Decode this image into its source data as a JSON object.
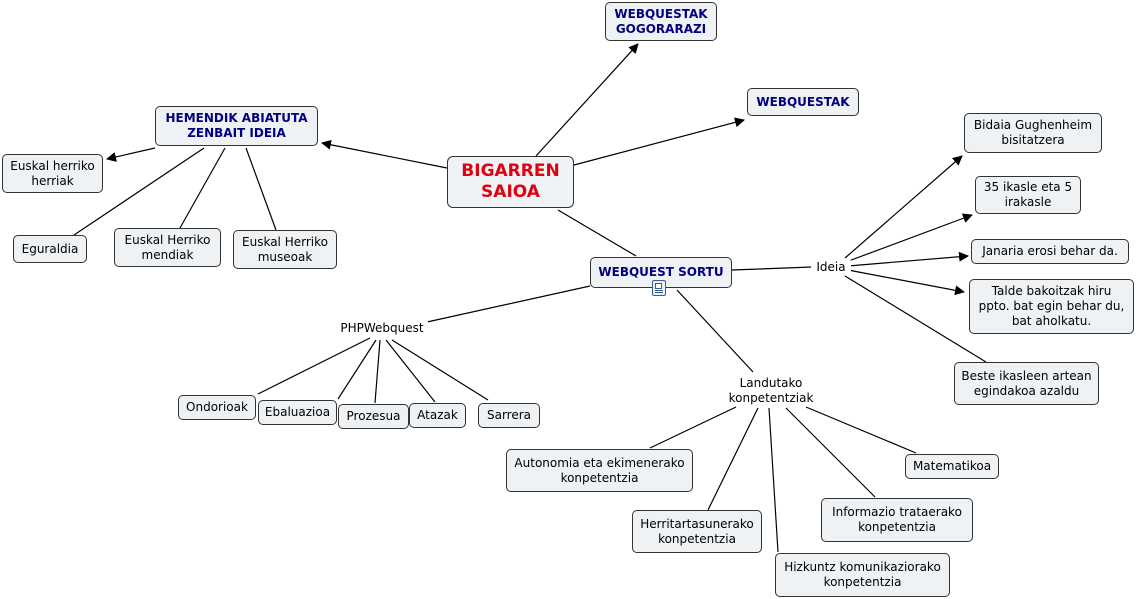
{
  "center": "BIGARREN\nSAIOA",
  "top_nodes": {
    "gogorarazi": "WEBQUESTAK\nGOGORARAZI",
    "webquestak": "WEBQUESTAK",
    "hemendik": "HEMENDIK ABIATUTA\nZENBAIT IDEIA",
    "sortu": "WEBQUEST SORTU"
  },
  "hemendik_children": {
    "herriak": "Euskal herriko\nherriak",
    "eguraldia": "Eguraldia",
    "mendiak": "Euskal Herriko\nmendiak",
    "museoak": "Euskal Herriko\nmuseoak"
  },
  "ideia": {
    "label": "Ideia",
    "items": [
      "Bidaia Gughenheim\nbisitatzera",
      "35 ikasle eta 5\nirakasle",
      "Janaria erosi behar da.",
      "Talde bakoitzak hiru\nppto. bat egin behar du,\nbat aholkatu.",
      "Beste ikasleen artean\negindakoa azaldu"
    ]
  },
  "php": {
    "label": "PHPWebquest",
    "items": [
      "Ondorioak",
      "Ebaluazioa",
      "Prozesua",
      "Atazak",
      "Sarrera"
    ]
  },
  "landutako": {
    "label": "Landutako\nkonpetentziak",
    "items": [
      "Autonomia eta ekimenerako\nkonpetentzia",
      "Herritartasunerako\nkonpetentzia",
      "Hizkuntz komunikaziorako\nkonpetentzia",
      "Informazio trataerako\nkonpetentzia",
      "Matematikoa"
    ]
  },
  "colors": {
    "center_text": "#e0000f",
    "heading_text": "#000080",
    "node_fill": "#eef2f5",
    "line": "#000000"
  },
  "icons": {
    "attachment": "document-icon"
  }
}
